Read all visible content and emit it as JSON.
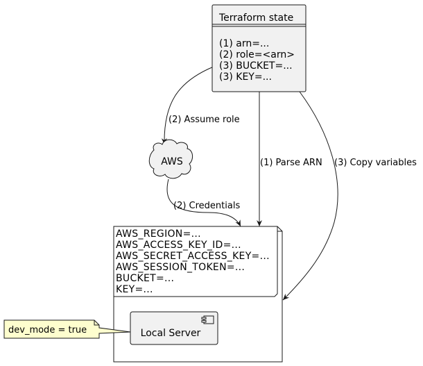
{
  "terraform_state": {
    "title": "Terraform state",
    "lines": [
      "(1) arn=...",
      "(2) role=<arn>",
      "(3) BUCKET=...",
      "(3) KEY=..."
    ]
  },
  "aws": {
    "label": "AWS"
  },
  "env_vars": {
    "lines": [
      "AWS_REGION=...",
      "AWS_ACCESS_KEY_ID=...",
      "AWS_SECRET_ACCESS_KEY=...",
      "AWS_SESSION_TOKEN=...",
      "BUCKET=...",
      "KEY=..."
    ]
  },
  "local_server": {
    "label": "Local Server"
  },
  "note": {
    "text": "dev_mode = true"
  },
  "edges": {
    "assume_role": "(2) Assume role",
    "parse_arn": "(1) Parse ARN",
    "copy_variables": "(3) Copy variables",
    "credentials": "(2) Credentials"
  },
  "colors": {
    "node_fill": "#f1f1f1",
    "border": "#181818",
    "note_fill": "#fefece",
    "background": "#ffffff"
  }
}
